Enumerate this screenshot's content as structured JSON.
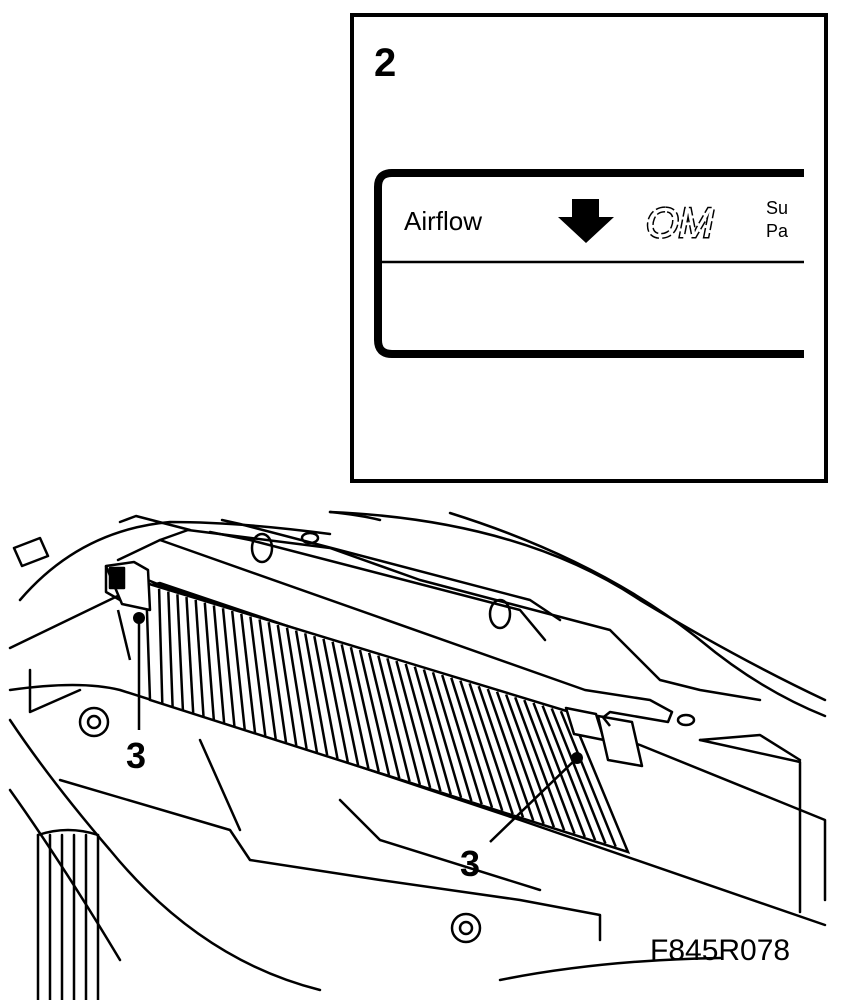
{
  "inset": {
    "number": "2",
    "label": {
      "airflow": "Airflow",
      "arrow_icon": "down-arrow-icon",
      "code": "OM",
      "partial_line1": "Su",
      "partial_line2": "Pa"
    }
  },
  "callouts": {
    "left": "3",
    "right": "3"
  },
  "figure_code": "F845R078"
}
